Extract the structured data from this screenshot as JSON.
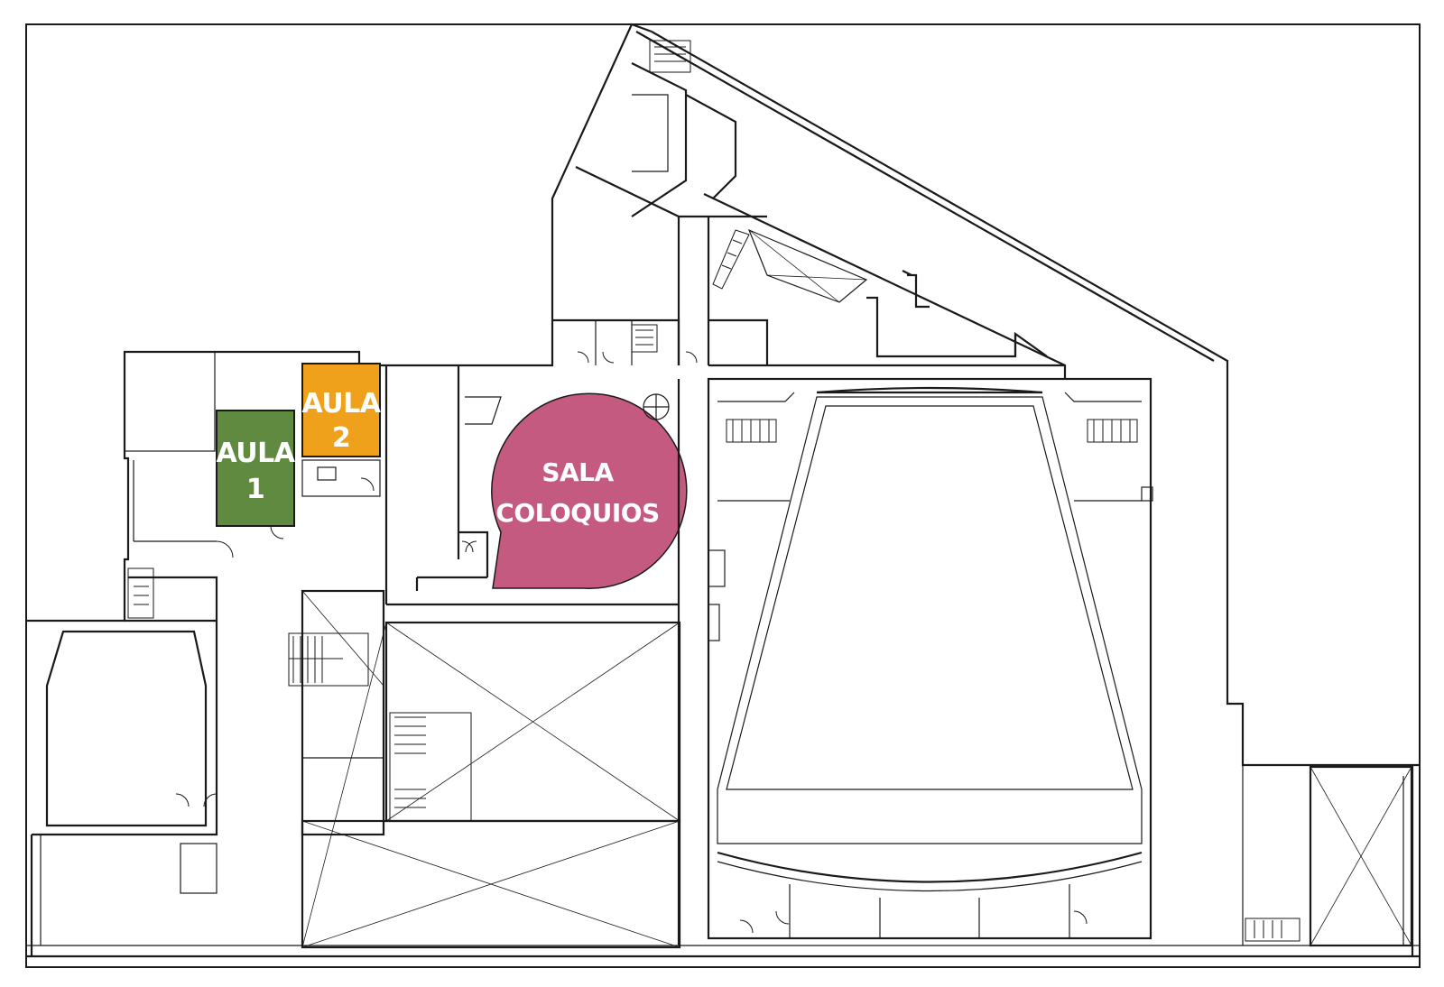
{
  "map": {
    "rooms": [
      {
        "id": "aula-1",
        "line1": "AULA",
        "line2": "1",
        "color": "#5f8a3f"
      },
      {
        "id": "aula-2",
        "line1": "AULA",
        "line2": "2",
        "color": "#f0a11c"
      },
      {
        "id": "sala-coloquios",
        "line1": "SALA",
        "line2": "COLOQUIOS",
        "color": "#c45a80"
      }
    ],
    "wall_color": "#1a1a1a",
    "background_color": "#ffffff"
  }
}
